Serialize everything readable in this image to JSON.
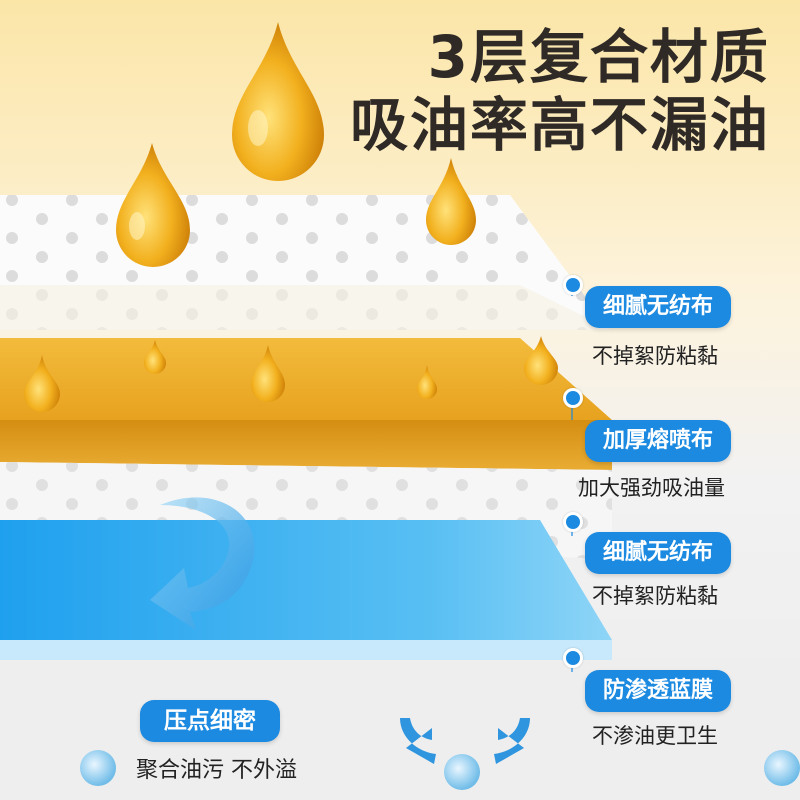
{
  "headline": {
    "line1": "3层复合材质",
    "line2": "吸油率高不漏油"
  },
  "layers": [
    {
      "title": "细腻无纺布",
      "desc": "不掉絮防粘黏"
    },
    {
      "title": "加厚熔喷布",
      "desc": "加大强劲吸油量"
    },
    {
      "title": "细腻无纺布",
      "desc": "不掉絮防粘黏"
    },
    {
      "title": "防渗透蓝膜",
      "desc": "不渗油更卫生"
    }
  ],
  "bottom_feature": {
    "title": "压点细密",
    "desc": "聚合油污 不外溢"
  },
  "colors": {
    "accent": "#1c8ae0",
    "oil": "#f0a81a",
    "film": "#3ba7ec",
    "melt": "#e9a420"
  },
  "icons": [
    "oil-drop-icon",
    "curved-arrow-icon",
    "double-arrow-icon"
  ]
}
